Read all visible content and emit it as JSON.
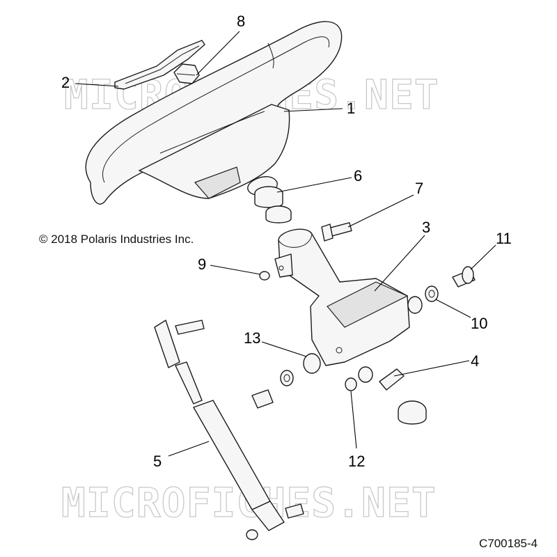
{
  "watermark": "MICROFICHES.NET",
  "copyright": "© 2018 Polaris Industries Inc.",
  "figure_code": "C700185-4",
  "callouts": [
    "1",
    "2",
    "3",
    "4",
    "5",
    "6",
    "7",
    "8",
    "9",
    "10",
    "11",
    "12",
    "13"
  ],
  "colors": {
    "line": "#1a1a1a",
    "part_fill": "#f6f6f6",
    "shade": "#e2e2e2",
    "watermark": "#c9c9c9"
  }
}
